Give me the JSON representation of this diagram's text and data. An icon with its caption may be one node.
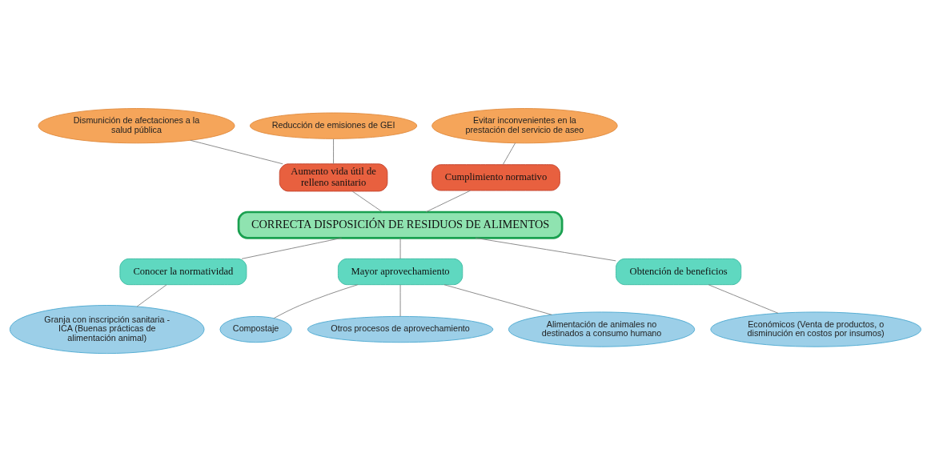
{
  "diagram": {
    "nodes": [
      {
        "text": [
          "Dismunición de afectaciones a la salud pública"
        ]
      },
      {
        "text": [
          "Reducción de emisiones de GEI"
        ]
      },
      {
        "text": [
          "Evitar inconvenientes en la prestación del servicio de aseo"
        ]
      },
      {
        "text": [
          "Aumento vida útil de relleno sanitario"
        ]
      },
      {
        "text": [
          "Cumplimiento normativo"
        ]
      },
      {
        "text": [
          "CORRECTA DISPOSICIÓN DE RESIDUOS DE ALIMENTOS"
        ]
      },
      {
        "text": [
          "Conocer la normatividad"
        ]
      },
      {
        "text": [
          "Mayor aprovechamiento"
        ]
      },
      {
        "text": [
          "Obtención de beneficios"
        ]
      },
      {
        "text": [
          "Granja con inscripción sanitaria - ICA (Buenas prácticas de alimentación animal)"
        ]
      },
      {
        "text": [
          "Compostaje"
        ]
      },
      {
        "text": [
          "Otros procesos de aprovechamiento"
        ]
      },
      {
        "text": [
          "Alimentación de animales no destinados a consumo humano"
        ]
      },
      {
        "text": [
          "Económicos (Venta de productos, o disminución en costos por insumos)"
        ]
      }
    ],
    "edges": [
      {
        "from": 0,
        "to": 3,
        "arrow": "none"
      },
      {
        "from": 1,
        "to": 3,
        "arrow": "none"
      },
      {
        "from": 2,
        "to": 4,
        "arrow": "none"
      },
      {
        "from": 3,
        "to": 5,
        "arrow": "none"
      },
      {
        "from": 4,
        "to": 5,
        "arrow": "none"
      },
      {
        "from": 5,
        "to": 6,
        "arrow": "none"
      },
      {
        "from": 5,
        "to": 7,
        "arrow": "none"
      },
      {
        "from": 5,
        "to": 8,
        "arrow": "none"
      },
      {
        "from": 6,
        "to": 9,
        "arrow": "none"
      },
      {
        "from": 7,
        "to": 10,
        "arrow": "none"
      },
      {
        "from": 7,
        "to": 11,
        "arrow": "none"
      },
      {
        "from": 7,
        "to": 12,
        "arrow": "none"
      },
      {
        "from": 8,
        "to": 13,
        "arrow": "none"
      }
    ]
  }
}
